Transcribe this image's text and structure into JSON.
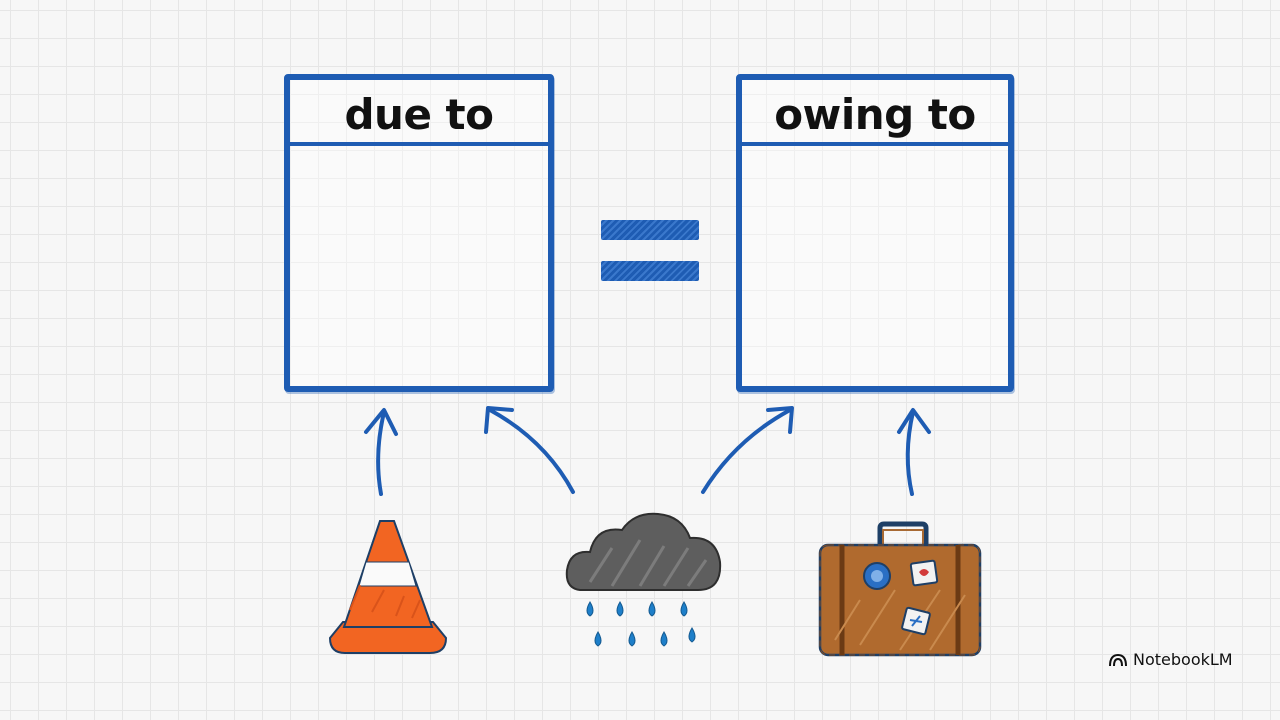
{
  "boxes": {
    "left": {
      "title": "due to"
    },
    "right": {
      "title": "owing to"
    }
  },
  "brand": {
    "label": "NotebookLM",
    "icon": "notebooklm-logo-icon"
  },
  "colors": {
    "box_outline": "#1e5cb3",
    "arrow": "#1e5cb3",
    "cone": "#f26522",
    "cloud": "#5e5e5e",
    "rain": "#1e7fc9",
    "suitcase": "#b06a2e"
  },
  "icons": [
    "traffic-cone-icon",
    "rain-cloud-icon",
    "suitcase-icon"
  ]
}
